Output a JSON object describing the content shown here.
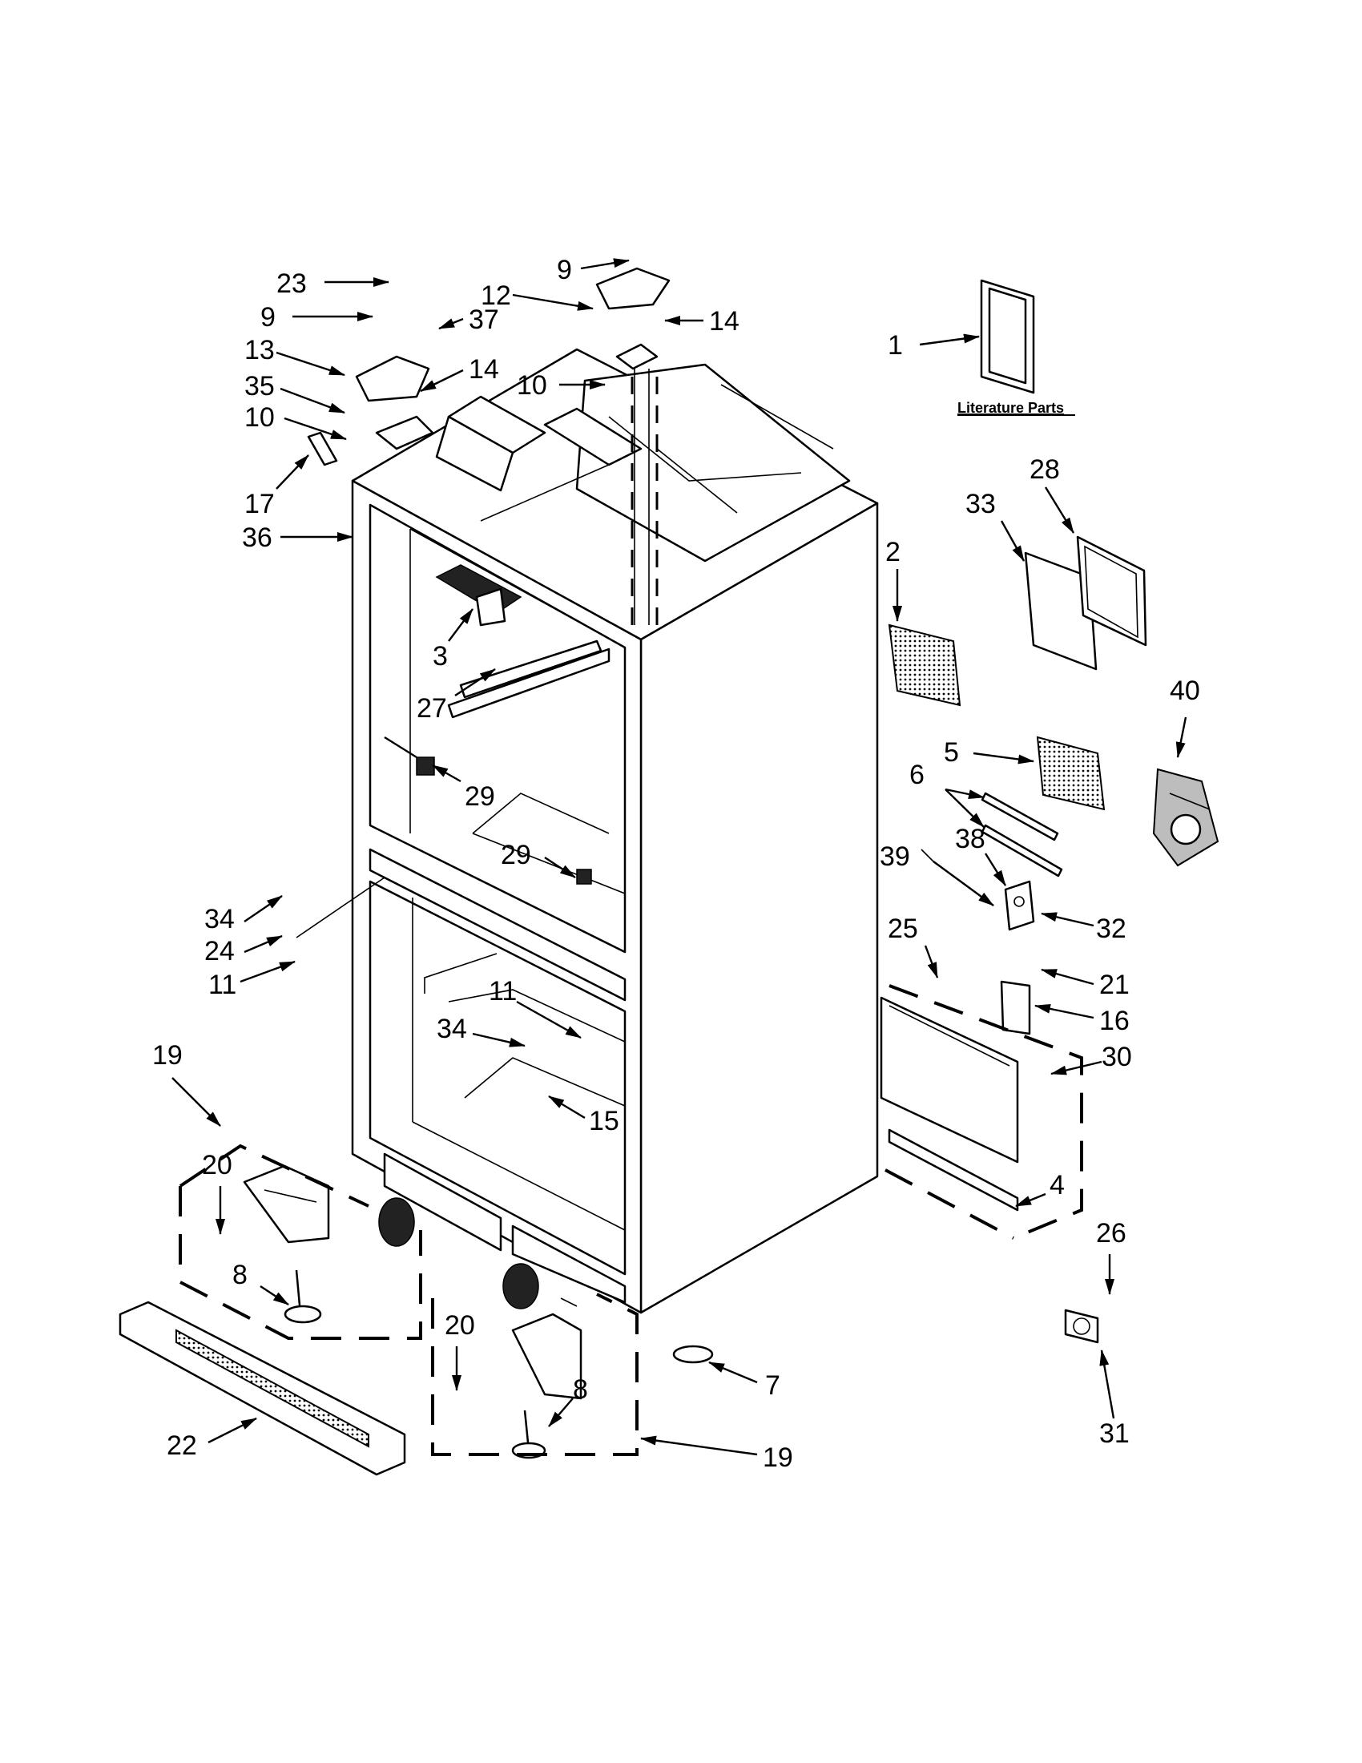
{
  "literature": {
    "caption": "Literature Parts"
  },
  "callouts": {
    "c1": "1",
    "c2": "2",
    "c3": "3",
    "c4": "4",
    "c5": "5",
    "c6": "6",
    "c7": "7",
    "c8a": "8",
    "c8b": "8",
    "c9a": "9",
    "c9b": "9",
    "c10a": "10",
    "c10b": "10",
    "c11a": "11",
    "c11b": "11",
    "c12": "12",
    "c13": "13",
    "c14a": "14",
    "c14b": "14",
    "c15": "15",
    "c16": "16",
    "c17": "17",
    "c19a": "19",
    "c19b": "19",
    "c20a": "20",
    "c20b": "20",
    "c21": "21",
    "c22": "22",
    "c23": "23",
    "c24": "24",
    "c25": "25",
    "c26": "26",
    "c27": "27",
    "c28": "28",
    "c29a": "29",
    "c29b": "29",
    "c30": "30",
    "c31": "31",
    "c32": "32",
    "c33": "33",
    "c34a": "34",
    "c34b": "34",
    "c35": "35",
    "c36": "36",
    "c37": "37",
    "c38": "38",
    "c39": "39",
    "c40": "40"
  }
}
